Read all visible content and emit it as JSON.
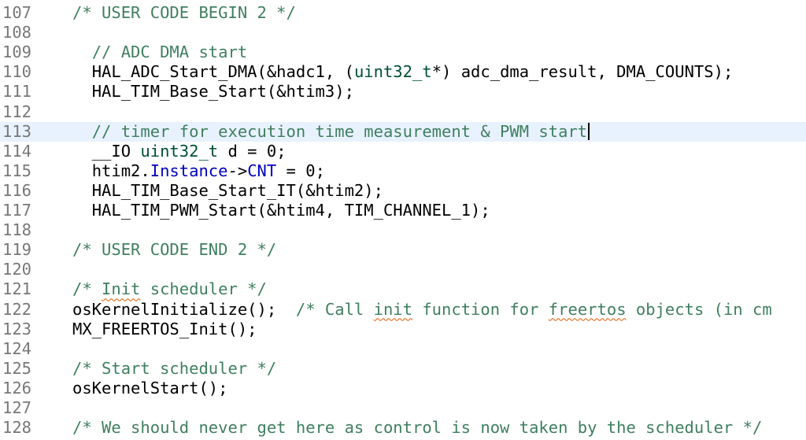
{
  "editor": {
    "current_line": 113,
    "lines": [
      {
        "n": "107",
        "indent": "",
        "parts": [
          {
            "t": "/* USER CODE BEGIN 2 */",
            "k": "comment"
          }
        ]
      },
      {
        "n": "108",
        "indent": "",
        "parts": []
      },
      {
        "n": "109",
        "indent": "  ",
        "parts": [
          {
            "t": "// ADC DMA start",
            "k": "comment"
          }
        ]
      },
      {
        "n": "110",
        "indent": "  ",
        "parts": [
          {
            "t": "HAL_ADC_Start_DMA(&hadc1, (",
            "k": "plain"
          },
          {
            "t": "uint32_t",
            "k": "type"
          },
          {
            "t": "*) adc_dma_result, DMA_COUNTS);",
            "k": "plain"
          }
        ]
      },
      {
        "n": "111",
        "indent": "  ",
        "parts": [
          {
            "t": "HAL_TIM_Base_Start(&htim3);",
            "k": "plain"
          }
        ]
      },
      {
        "n": "112",
        "indent": "",
        "parts": []
      },
      {
        "n": "113",
        "indent": "  ",
        "parts": [
          {
            "t": "// timer for execution time measurement & PWM start",
            "k": "comment"
          }
        ],
        "caret": true
      },
      {
        "n": "114",
        "indent": "  ",
        "parts": [
          {
            "t": "__IO ",
            "k": "plain"
          },
          {
            "t": "uint32_t",
            "k": "type"
          },
          {
            "t": " d = 0;",
            "k": "plain"
          }
        ]
      },
      {
        "n": "115",
        "indent": "  ",
        "parts": [
          {
            "t": "htim2.",
            "k": "plain"
          },
          {
            "t": "Instance",
            "k": "field"
          },
          {
            "t": "->",
            "k": "plain"
          },
          {
            "t": "CNT",
            "k": "field"
          },
          {
            "t": " = 0;",
            "k": "plain"
          }
        ]
      },
      {
        "n": "116",
        "indent": "  ",
        "parts": [
          {
            "t": "HAL_TIM_Base_Start_IT(&htim2);",
            "k": "plain"
          }
        ]
      },
      {
        "n": "117",
        "indent": "  ",
        "parts": [
          {
            "t": "HAL_TIM_PWM_Start(&htim4, TIM_CHANNEL_1);",
            "k": "plain"
          }
        ]
      },
      {
        "n": "118",
        "indent": "",
        "parts": []
      },
      {
        "n": "119",
        "indent": "",
        "parts": [
          {
            "t": "/* USER CODE END 2 */",
            "k": "comment"
          }
        ]
      },
      {
        "n": "120",
        "indent": "",
        "parts": []
      },
      {
        "n": "121",
        "indent": "",
        "parts": [
          {
            "t": "/* ",
            "k": "comment"
          },
          {
            "t": "Init",
            "k": "comment",
            "sq": true
          },
          {
            "t": " scheduler */",
            "k": "comment"
          }
        ]
      },
      {
        "n": "122",
        "indent": "",
        "parts": [
          {
            "t": "osKernelInitialize();  ",
            "k": "plain"
          },
          {
            "t": "/* Call ",
            "k": "comment"
          },
          {
            "t": "init",
            "k": "comment",
            "sq": true
          },
          {
            "t": " function for ",
            "k": "comment"
          },
          {
            "t": "freertos",
            "k": "comment",
            "sq": true
          },
          {
            "t": " objects (in cm",
            "k": "comment"
          }
        ]
      },
      {
        "n": "123",
        "indent": "",
        "parts": [
          {
            "t": "MX_FREERTOS_Init();",
            "k": "plain"
          }
        ]
      },
      {
        "n": "124",
        "indent": "",
        "parts": []
      },
      {
        "n": "125",
        "indent": "",
        "parts": [
          {
            "t": "/* Start scheduler */",
            "k": "comment"
          }
        ]
      },
      {
        "n": "126",
        "indent": "",
        "parts": [
          {
            "t": "osKernelStart();",
            "k": "plain"
          }
        ]
      },
      {
        "n": "127",
        "indent": "",
        "parts": []
      },
      {
        "n": "128",
        "indent": "",
        "parts": [
          {
            "t": "/* We should never get here as control is now taken by the scheduler */",
            "k": "comment"
          }
        ]
      }
    ]
  },
  "colors": {
    "comment": "#3f7f5f",
    "type": "#005032",
    "field": "#0000c0",
    "line_number": "#787878",
    "current_line_bg": "#e8f2fe",
    "spell_squiggle": "#e05a00"
  }
}
